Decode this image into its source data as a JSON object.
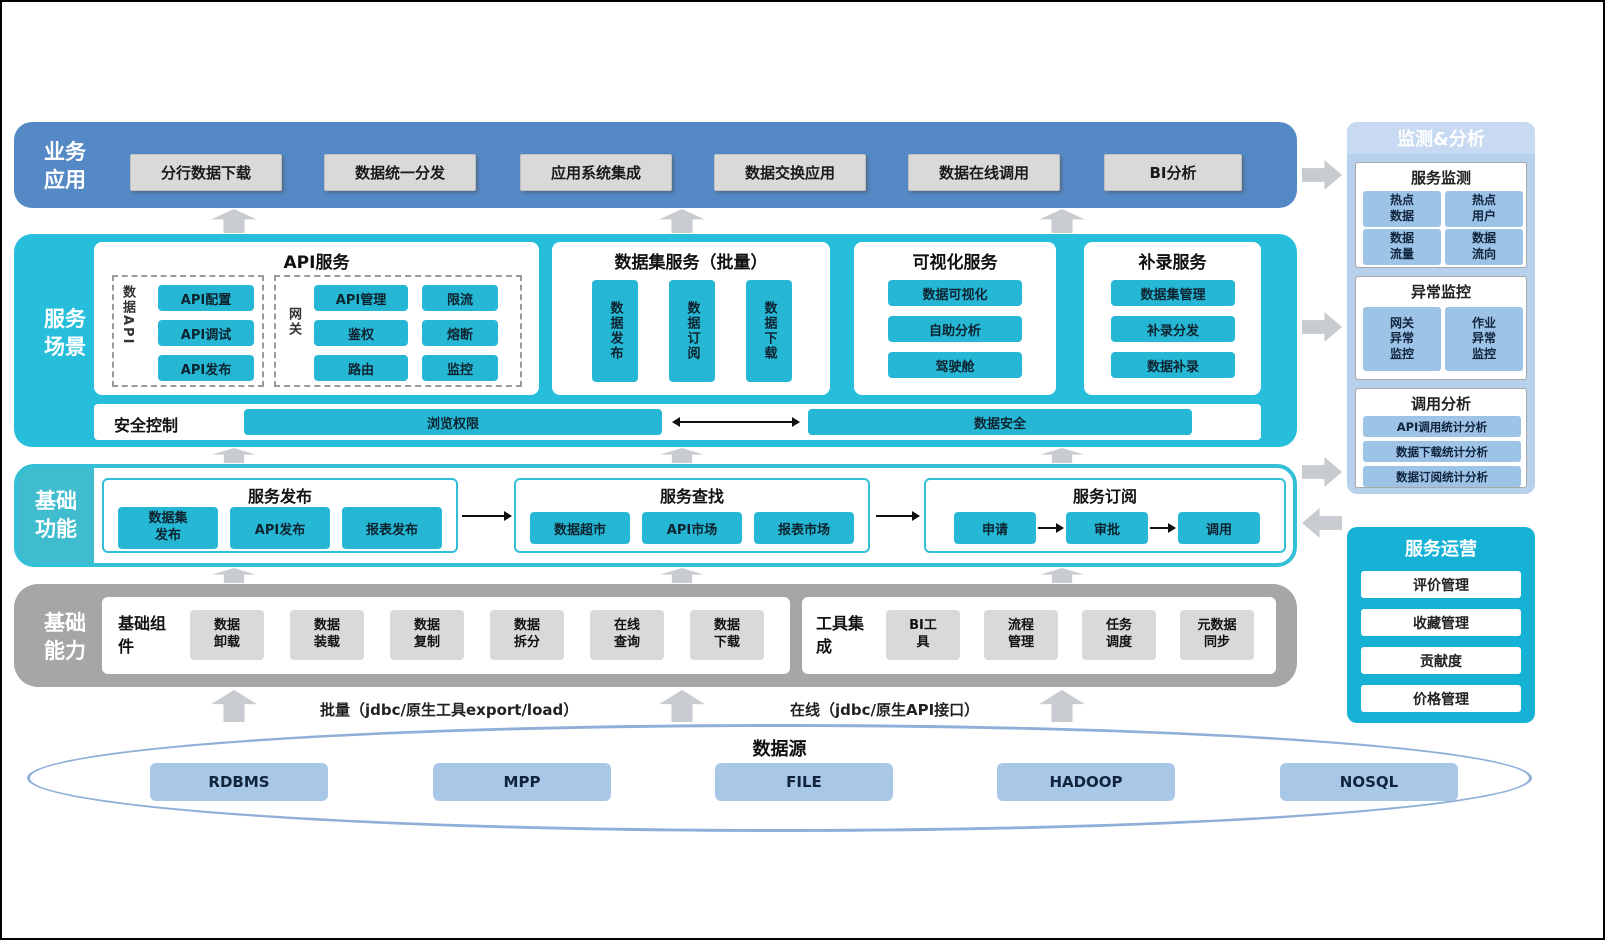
{
  "colors": {
    "band_blue": "#5589C6",
    "band_cyan": "#27BEDC",
    "button_cyan": "#25B7D4",
    "band_gray": "#A6A6A6",
    "button_gray": "#D9D9D9",
    "button_blue": "#A9C7E6",
    "panel_blue": "#B7D0EC",
    "panel_cyan": "#16B2D6",
    "teal_border": "#33BFD6"
  },
  "business": {
    "label": "业务应用",
    "items": [
      "分行数据下载",
      "数据统一分发",
      "应用系统集成",
      "数据交换应用",
      "数据在线调用",
      "BI分析"
    ]
  },
  "scenario": {
    "label": "服务场景",
    "api_service": {
      "title": "API服务",
      "data_api_label": "数据API",
      "data_api_items": [
        "API配置",
        "API调试",
        "API发布"
      ],
      "gateway_label": "网关",
      "gateway_items": [
        "API管理",
        "限流",
        "鉴权",
        "熔断",
        "路由",
        "监控"
      ]
    },
    "dataset_service": {
      "title": "数据集服务（批量）",
      "items": [
        "数据发布",
        "数据订阅",
        "数据下载"
      ]
    },
    "visualization_service": {
      "title": "可视化服务",
      "items": [
        "数据可视化",
        "自助分析",
        "驾驶舱"
      ]
    },
    "supplement_service": {
      "title": "补录服务",
      "items": [
        "数据集管理",
        "补录分发",
        "数据补录"
      ]
    },
    "security": {
      "title": "安全控制",
      "left": "浏览权限",
      "right": "数据安全"
    }
  },
  "foundation": {
    "label": "基础功能",
    "publish": {
      "title": "服务发布",
      "items": [
        "数据集发布",
        "API发布",
        "报表发布"
      ]
    },
    "search": {
      "title": "服务查找",
      "items": [
        "数据超市",
        "API市场",
        "报表市场"
      ]
    },
    "subscribe": {
      "title": "服务订阅",
      "items": [
        "申请",
        "审批",
        "调用"
      ]
    }
  },
  "capability": {
    "label": "基础能力",
    "components": {
      "title": "基础组件",
      "items": [
        "数据卸载",
        "数据装载",
        "数据复制",
        "数据拆分",
        "在线查询",
        "数据下载"
      ]
    },
    "tools": {
      "title": "工具集成",
      "items": [
        "BI工具",
        "流程管理",
        "任务调度",
        "元数据同步"
      ]
    }
  },
  "flow_labels": {
    "batch": "批量（jdbc/原生工具export/load）",
    "online": "在线（jdbc/原生API接口）"
  },
  "datasource": {
    "title": "数据源",
    "items": [
      "RDBMS",
      "MPP",
      "FILE",
      "HADOOP",
      "NOSQL"
    ]
  },
  "monitoring": {
    "title": "监测&分析",
    "service_monitor": {
      "title": "服务监测",
      "items": [
        "热点数据",
        "热点用户",
        "数据流量",
        "数据流向"
      ]
    },
    "exception_monitor": {
      "title": "异常监控",
      "items": [
        "网关异常监控",
        "作业异常监控"
      ]
    },
    "call_analysis": {
      "title": "调用分析",
      "items": [
        "API调用统计分析",
        "数据下载统计分析",
        "数据订阅统计分析"
      ]
    }
  },
  "operations": {
    "title": "服务运营",
    "items": [
      "评价管理",
      "收藏管理",
      "贡献度",
      "价格管理"
    ]
  }
}
